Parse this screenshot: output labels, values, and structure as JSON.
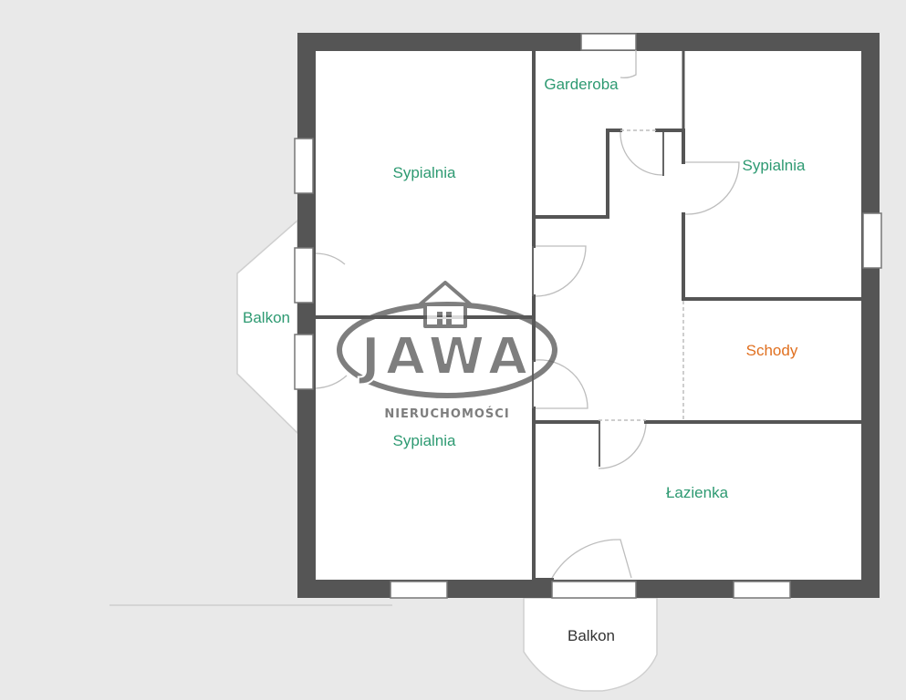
{
  "colors": {
    "background": "#e9e9e9",
    "floor": "#ffffff",
    "wall": "#555555",
    "room_label": "#2e9a72",
    "stairs_label": "#e07020",
    "watermark": "#5a5a5a"
  },
  "rooms": {
    "bedroom_top_left": "Sypialnia",
    "wardrobe": "Garderoba",
    "bedroom_top_right": "Sypialnia",
    "stairs": "Schody",
    "bedroom_bottom_left": "Sypialnia",
    "bathroom": "Łazienka",
    "balcony_left": "Balkon",
    "balcony_bottom": "Balkon"
  },
  "watermark": {
    "brand": "JAWA",
    "tagline": "NIERUCHOMOŚCI"
  }
}
